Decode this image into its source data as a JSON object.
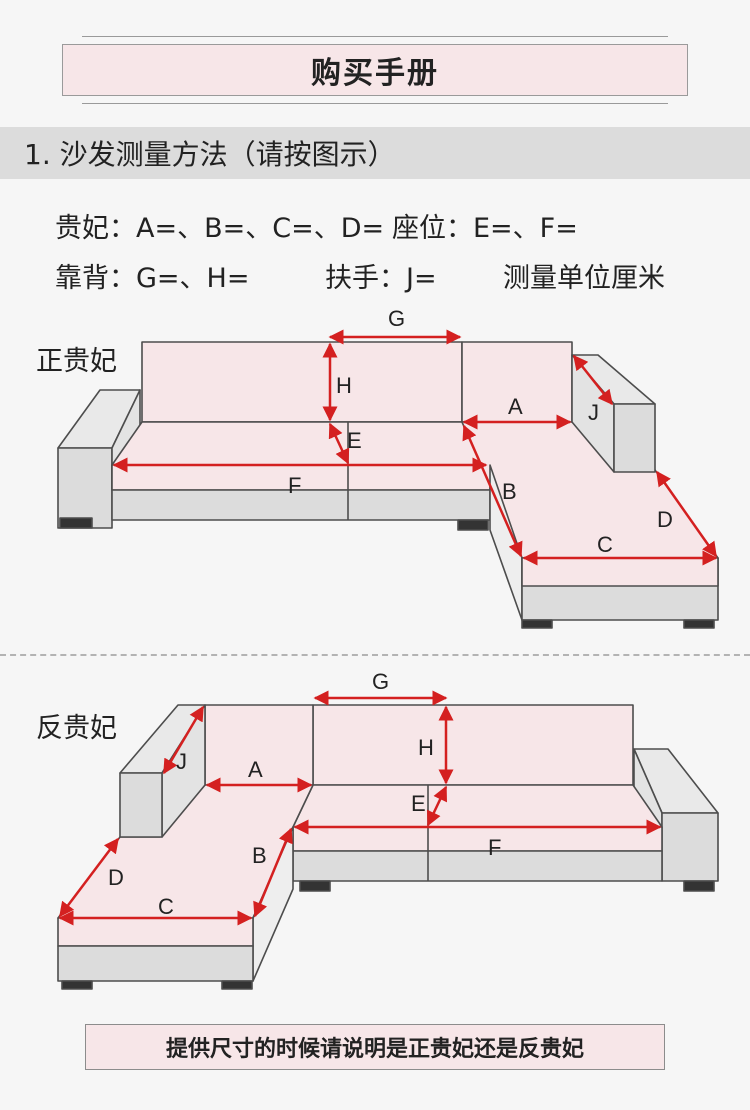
{
  "header": {
    "title": "购买手册"
  },
  "section": {
    "heading": "1. 沙发测量方法（请按图示）"
  },
  "legend": {
    "chaise": "贵妃：A=、B=、C=、D=",
    "seat": "座位：E=、F=",
    "back": "靠背：G=、H=",
    "arm": "扶手：J=",
    "unit": "测量单位厘米"
  },
  "diagrams": {
    "right_label": "正贵妃",
    "left_label": "反贵妃"
  },
  "markers": {
    "a": "A",
    "b": "B",
    "c": "C",
    "d": "D",
    "e": "E",
    "f": "F",
    "g": "G",
    "h": "H",
    "j": "J"
  },
  "footer": {
    "note": "提供尺寸的时候请说明是正贵妃还是反贵妃"
  },
  "colors": {
    "accent": "#d42020",
    "pink": "#f7e6e8",
    "line": "#4d4d4d"
  }
}
